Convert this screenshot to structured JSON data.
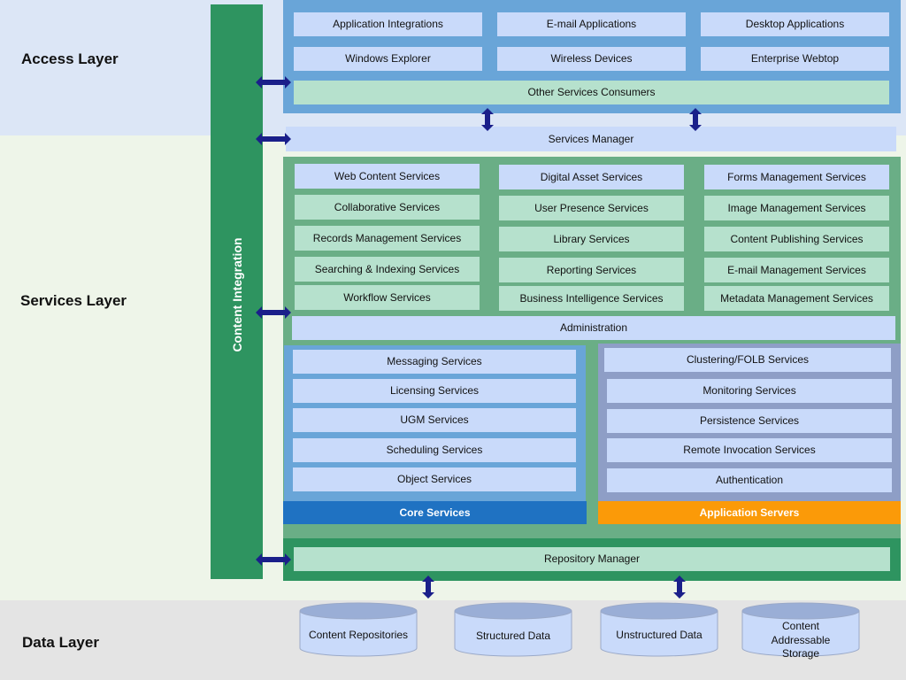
{
  "layers": {
    "access": "Access Layer",
    "services": "Services Layer",
    "data": "Data Layer"
  },
  "content_integration": "Content Integration",
  "access_items": [
    "Application Integrations",
    "E-mail Applications",
    "Desktop Applications",
    "Windows Explorer",
    "Wireless Devices",
    "Enterprise Webtop"
  ],
  "other_consumers": "Other Services Consumers",
  "services_manager": "Services Manager",
  "service_items": [
    "Web Content Services",
    "Digital Asset Services",
    "Forms Management Services",
    "Collaborative Services",
    "User Presence Services",
    "Image Management Services",
    "Records Management Services",
    "Library Services",
    "Content Publishing Services",
    "Searching & Indexing Services",
    "Reporting Services",
    "E-mail Management Services",
    "Workflow Services",
    "Business Intelligence Services",
    "Metadata Management Services"
  ],
  "administration": "Administration",
  "core_services": {
    "items": [
      "Messaging Services",
      "Licensing Services",
      "UGM Services",
      "Scheduling Services",
      "Object Services"
    ],
    "title": "Core Services"
  },
  "app_servers": {
    "items": [
      "Clustering/FOLB Services",
      "Monitoring Services",
      "Persistence Services",
      "Remote Invocation Services",
      "Authentication"
    ],
    "title": "Application Servers"
  },
  "repository_manager": "Repository Manager",
  "data_stores": [
    "Content Repositories",
    "Structured Data",
    "Unstructured Data",
    "Content Addressable Storage"
  ],
  "colors": {
    "access_bg": "#dce6f6",
    "services_bg": "#eef5e9",
    "data_bg": "#e4e4e4",
    "integration_green": "#2e9460",
    "panel_blue": "#69a5d8",
    "panel_green": "#6aae86",
    "core_title": "#1f72c2",
    "app_title": "#fb9a08",
    "app_panel": "#8e9ec6",
    "arrow": "#1a1f8a"
  }
}
